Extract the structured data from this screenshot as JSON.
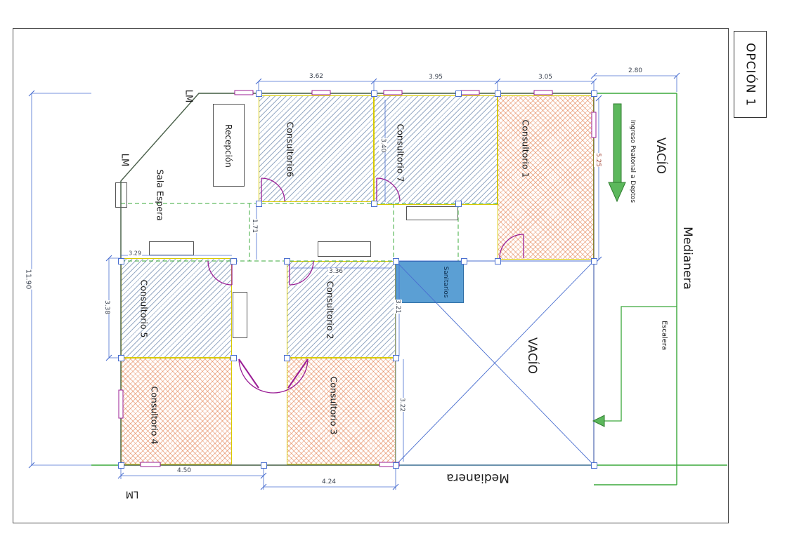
{
  "title_block": {
    "label": "OPCIÓN 1"
  },
  "rooms": {
    "recepcion": "Recepción",
    "consultorio6": "Consultorio6",
    "consultorio7": "Consultorio 7",
    "consultorio1": "Consultorio 1",
    "sala_espera": "Sala Espera",
    "consultorio5": "Consultorio 5",
    "consultorio2": "Consultorio 2",
    "sanitarios": "Sanitarios",
    "consultorio3": "Consultorio 3",
    "consultorio4": "Consultorio 4"
  },
  "zones": {
    "vacio_top": "VACÍO",
    "vacio_mid": "VACÍO",
    "medianera_right": "Medianera",
    "medianera_bottom": "Medianera",
    "escalera": "Escalera",
    "ingreso": "Ingreso Peatonal a Deptos"
  },
  "boundary": {
    "lm_top": "LM",
    "lm_left": "LM",
    "lm_bottom": "LM"
  },
  "dimensions": {
    "top_1": "3.62",
    "top_2": "3.95",
    "top_3": "3.05",
    "top_right": "2.80",
    "left_total": "11.90",
    "left_c5": "3.38",
    "bottom_1": "4.50",
    "bottom_2": "4.24",
    "c1_height": "5.25",
    "c7_height": "3.40",
    "corridor": "1.71",
    "c2_width": "3.36",
    "c2_height": "3.21",
    "c3_height": "3.22",
    "c5_top": "3.29"
  },
  "colors": {
    "hatch_blue": "#768fb2",
    "hatch_orange": "#e0703a",
    "wall_yellow": "#d8ca00",
    "boundary_green": "#3aa83a",
    "dim_blue": "#4a6fd0",
    "door_magenta": "#9b1f96",
    "sanitario_fill": "#5b9fd4",
    "arrow_green": "#5cb85c"
  }
}
